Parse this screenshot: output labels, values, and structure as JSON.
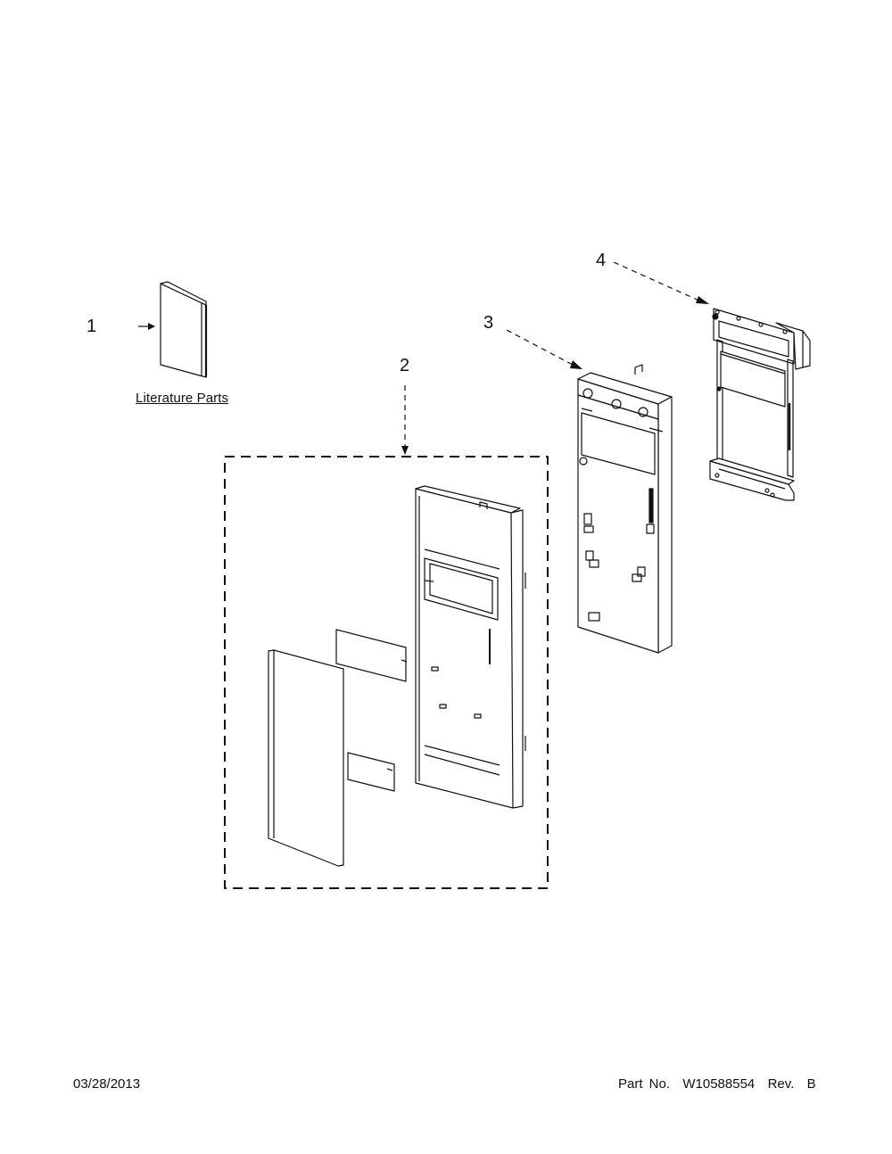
{
  "callouts": {
    "c1": "1",
    "c2": "2",
    "c3": "3",
    "c4": "4"
  },
  "literature_label": "Literature Parts",
  "footer": {
    "date": "03/28/2013",
    "part_number": "Part No.  W10588554  Rev.  B"
  }
}
